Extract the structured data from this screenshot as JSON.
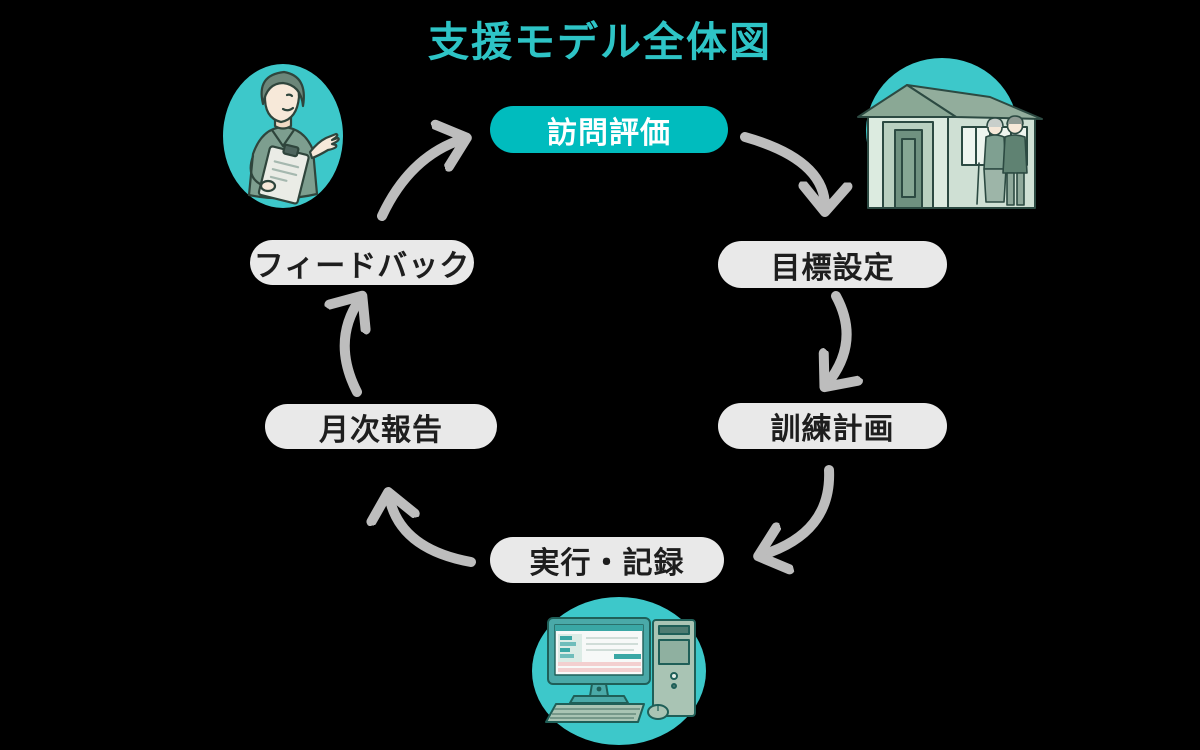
{
  "title": "支援モデル全体図",
  "colors": {
    "accent": "#2ec4c6",
    "node_active_bg": "#00bcbe",
    "node_active_text": "#ffffff",
    "node_bg": "#e9e9e9",
    "node_text": "#1e1e1e",
    "arrow": "#bdbdbd",
    "illustration_circle": "#3dc8ca",
    "background": "#000000"
  },
  "cycle": {
    "direction": "clockwise",
    "nodes": [
      {
        "id": "visit",
        "label": "訪問評価",
        "active": true
      },
      {
        "id": "goal",
        "label": "目標設定",
        "active": false
      },
      {
        "id": "plan",
        "label": "訓練計画",
        "active": false
      },
      {
        "id": "record",
        "label": "実行・記録",
        "active": false
      },
      {
        "id": "monthly",
        "label": "月次報告",
        "active": false
      },
      {
        "id": "feedback",
        "label": "フィードバック",
        "active": false
      }
    ],
    "arrows": [
      "visit→goal",
      "goal→plan",
      "plan→record",
      "record→monthly",
      "monthly→feedback",
      "feedback→visit"
    ]
  },
  "illustrations": [
    {
      "id": "therapist",
      "icon": "therapist-with-clipboard-icon"
    },
    {
      "id": "home",
      "icon": "house-with-elderly-couple-icon"
    },
    {
      "id": "computer",
      "icon": "desktop-computer-icon"
    }
  ]
}
